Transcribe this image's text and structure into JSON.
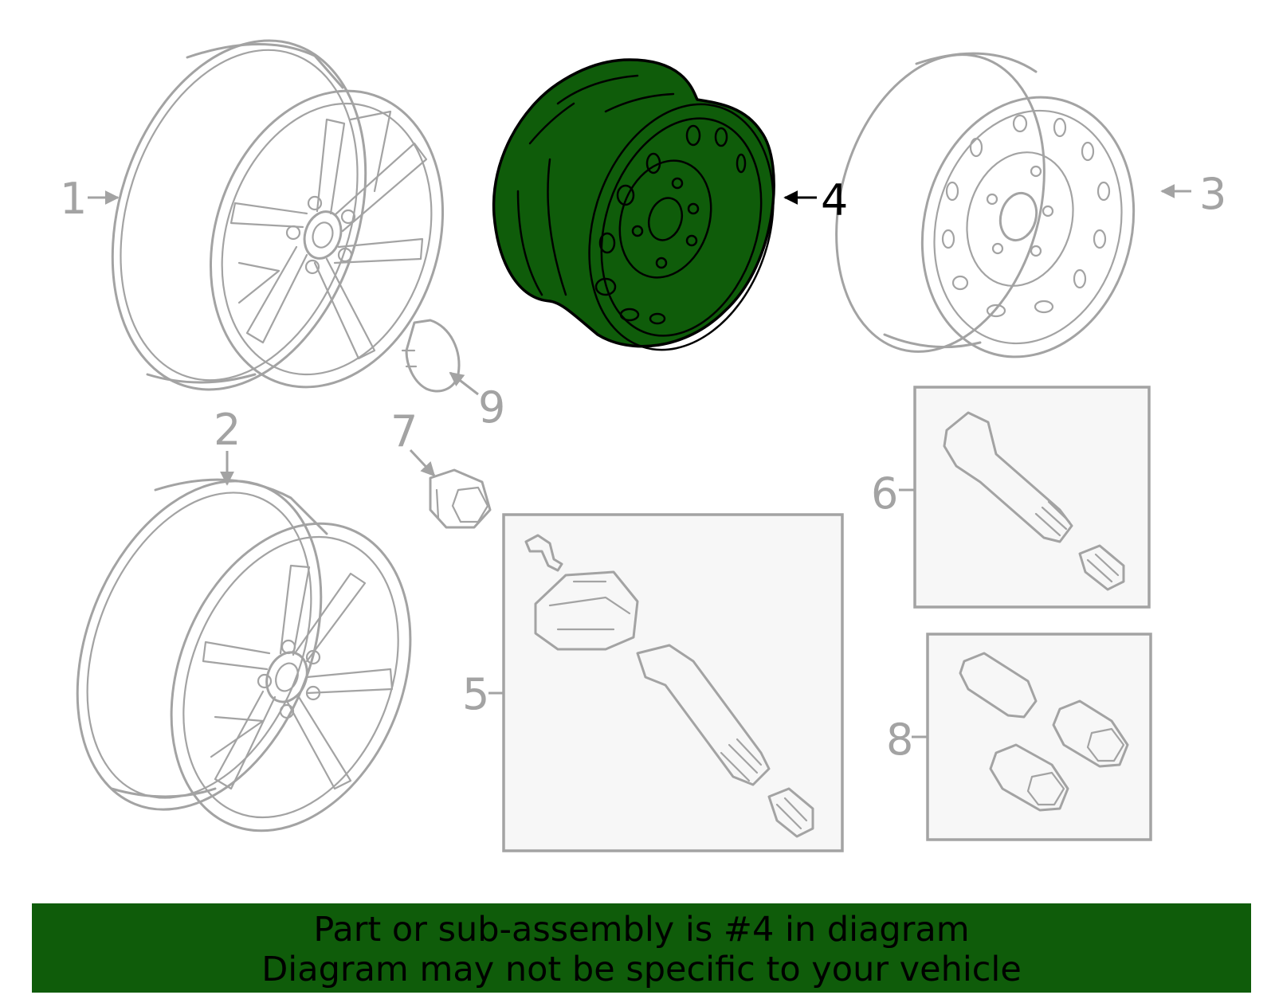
{
  "colors": {
    "highlight": "#0f5c0a",
    "part_line": "#a3a3a3",
    "banner_bg": "#0f5c0a",
    "banner_text": "#000000"
  },
  "callouts": {
    "c1": "1",
    "c2": "2",
    "c3": "3",
    "c4": "4",
    "c5": "5",
    "c6": "6",
    "c7": "7",
    "c8": "8",
    "c9": "9"
  },
  "banner": {
    "line1": "Part or sub-assembly is #4 in diagram",
    "line2": "Diagram may not be specific to your vehicle"
  }
}
